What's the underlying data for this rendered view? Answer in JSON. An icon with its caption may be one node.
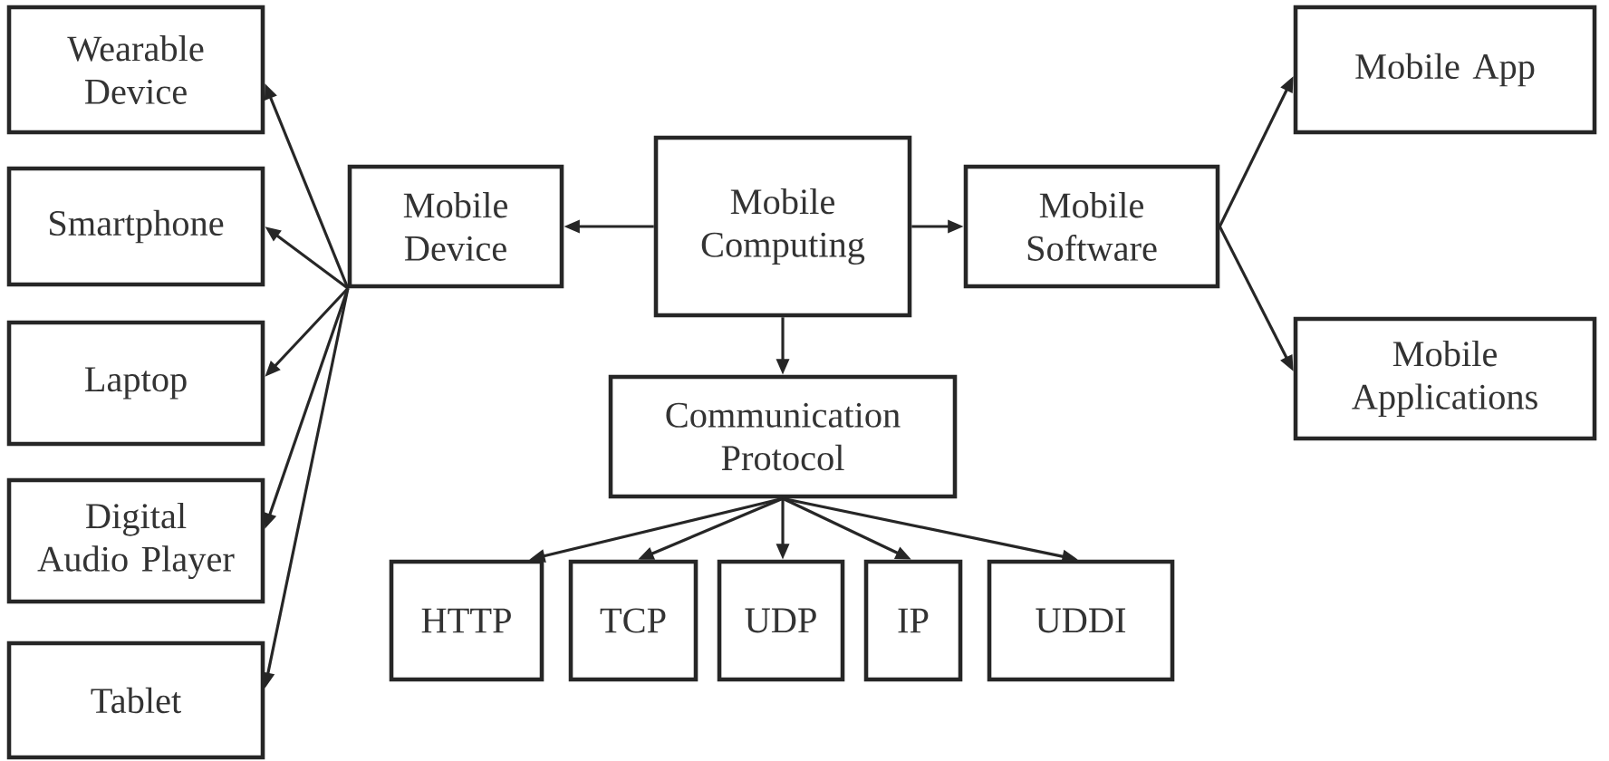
{
  "diagram": {
    "nodes": [
      {
        "text": [
          "Mobile Computing"
        ]
      },
      {
        "text": [
          "Mobile Device"
        ]
      },
      {
        "text": [
          "Mobile Software"
        ]
      },
      {
        "text": [
          "Communication Protocol"
        ]
      },
      {
        "text": [
          "Wearable Device"
        ]
      },
      {
        "text": [
          "Smartphone"
        ]
      },
      {
        "text": [
          "Laptop"
        ]
      },
      {
        "text": [
          "Digital Audio Player"
        ]
      },
      {
        "text": [
          "Tablet"
        ]
      },
      {
        "text": [
          "Mobile App"
        ]
      },
      {
        "text": [
          "Mobile Applications"
        ]
      },
      {
        "text": [
          "HTTP"
        ]
      },
      {
        "text": [
          "TCP"
        ]
      },
      {
        "text": [
          "UDP"
        ]
      },
      {
        "text": [
          "IP"
        ]
      },
      {
        "text": [
          "UDDI"
        ]
      }
    ],
    "edges": [
      {
        "from": 0,
        "to": 1,
        "arrow": "to"
      },
      {
        "from": 0,
        "to": 2,
        "arrow": "to"
      },
      {
        "from": 0,
        "to": 3,
        "arrow": "to"
      },
      {
        "from": 1,
        "to": 4,
        "arrow": "to"
      },
      {
        "from": 1,
        "to": 5,
        "arrow": "to"
      },
      {
        "from": 1,
        "to": 6,
        "arrow": "to"
      },
      {
        "from": 1,
        "to": 7,
        "arrow": "to"
      },
      {
        "from": 1,
        "to": 8,
        "arrow": "to"
      },
      {
        "from": 2,
        "to": 9,
        "arrow": "to"
      },
      {
        "from": 2,
        "to": 10,
        "arrow": "to"
      },
      {
        "from": 3,
        "to": 11,
        "arrow": "to"
      },
      {
        "from": 3,
        "to": 12,
        "arrow": "to"
      },
      {
        "from": 3,
        "to": 13,
        "arrow": "to"
      },
      {
        "from": 3,
        "to": 14,
        "arrow": "to"
      },
      {
        "from": 3,
        "to": 15,
        "arrow": "to"
      }
    ]
  }
}
